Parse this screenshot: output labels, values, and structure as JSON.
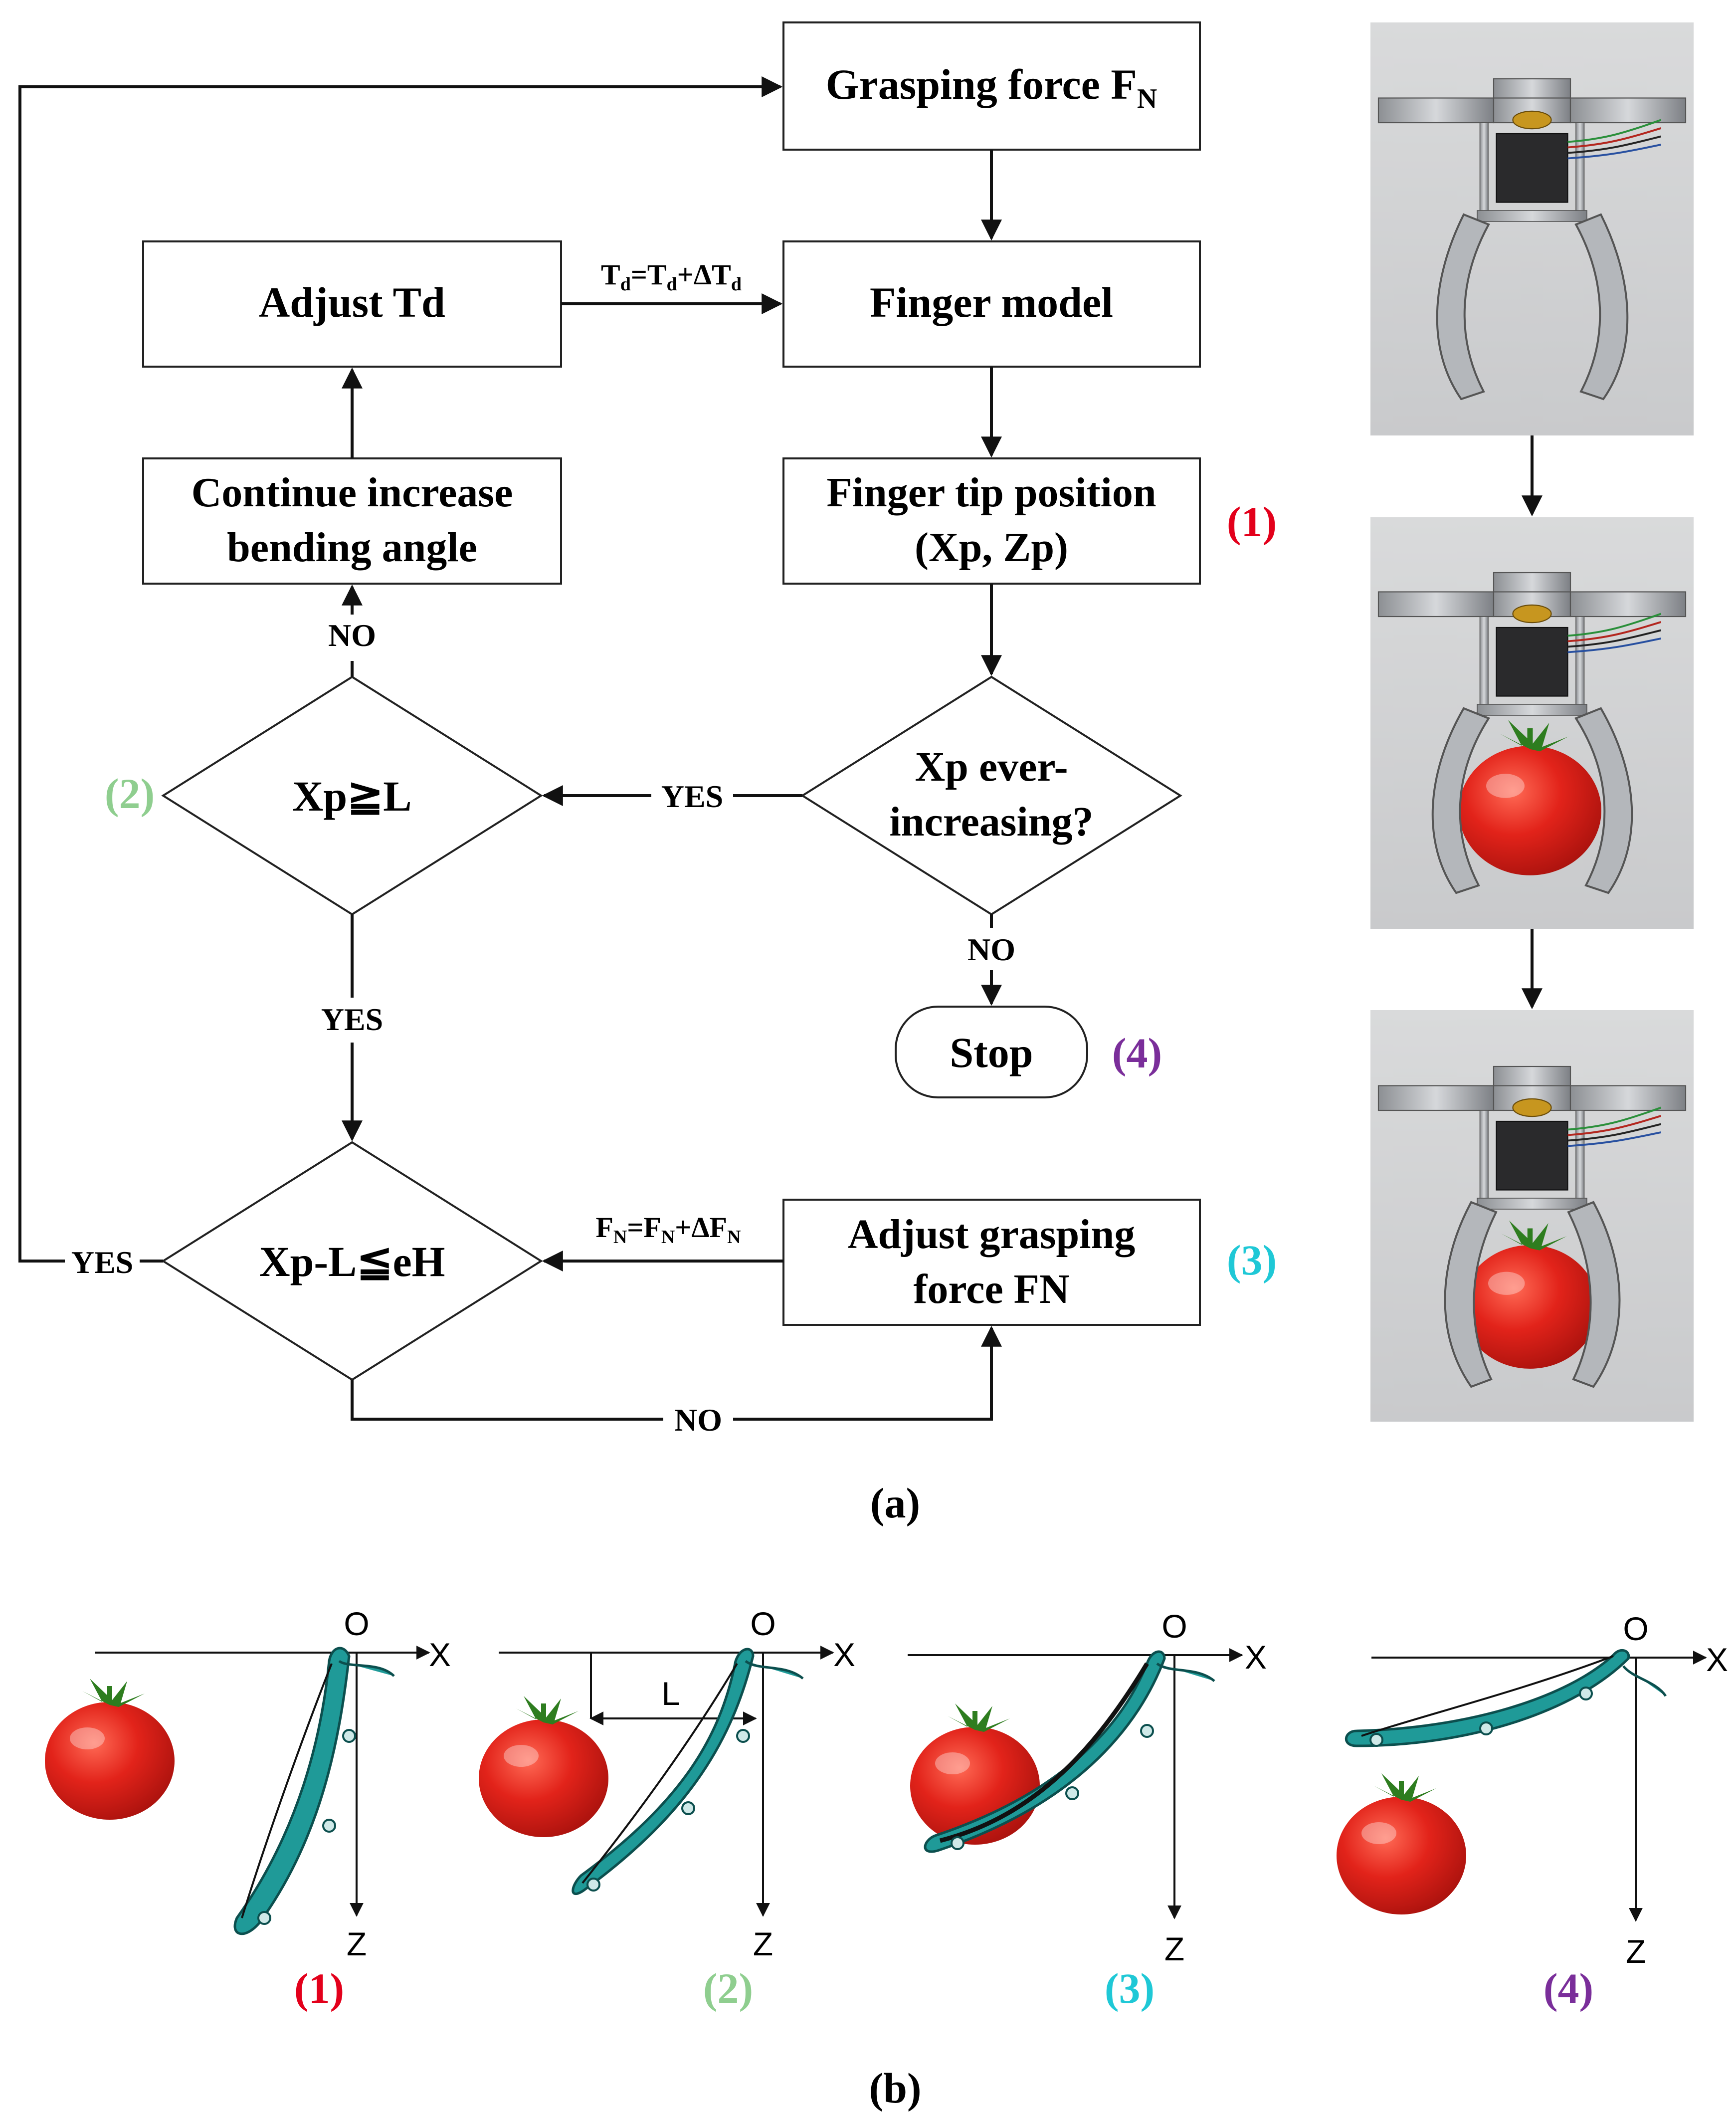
{
  "flowchart": {
    "grasping_force": "Grasping force F",
    "grasping_force_sub": "N",
    "adjust_td": "Adjust Td",
    "finger_model": "Finger model",
    "continue_line1": "Continue increase",
    "continue_line2": "bending angle",
    "tip_line1": "Finger tip position",
    "tip_line2": "(Xp, Zp)",
    "dec_xpl": "Xp≧L",
    "dec_ever_line1": "Xp ever-",
    "dec_ever_line2": "increasing?",
    "stop": "Stop",
    "dec_eh": "Xp-L≦eH",
    "adjust_force_line1": "Adjust grasping",
    "adjust_force_line2": "force FN",
    "td_eq": {
      "a": "T",
      "b": "d",
      "c": "=T",
      "d": "d",
      "e": "+ΔT",
      "f": "d"
    },
    "fn_eq": {
      "a": "F",
      "b": "N",
      "c": "=F",
      "d": "N",
      "e": "+ΔF",
      "f": "N"
    },
    "yes": "YES",
    "no": "NO",
    "marker1": "(1)",
    "marker2": "(2)",
    "marker3": "(3)",
    "marker4": "(4)"
  },
  "captions": {
    "a": "(a)",
    "b": "(b)"
  },
  "axes": {
    "origin": "O",
    "x": "X",
    "z": "Z",
    "l": "L"
  },
  "panels": [
    "(1)",
    "(2)",
    "(3)",
    "(4)"
  ],
  "colors": {
    "marker1": "#e3001b",
    "marker2": "#8fce8f",
    "marker3": "#1fc8d6",
    "marker4": "#7a2e9a",
    "finger": "#1f9a98",
    "tomato": "#e2231a"
  }
}
